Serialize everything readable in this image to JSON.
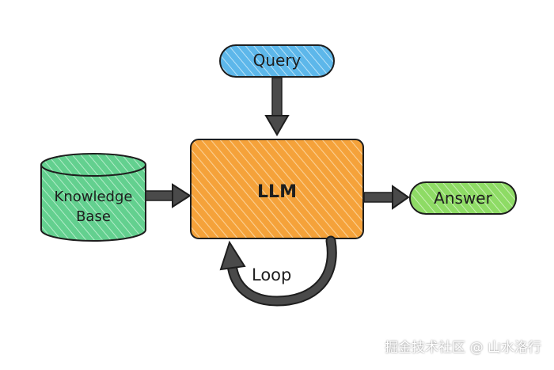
{
  "nodes": {
    "query": {
      "label": "Query",
      "color": "#5db7ea"
    },
    "llm": {
      "label": "LLM",
      "color": "#f5a23a"
    },
    "answer": {
      "label": "Answer",
      "color": "#8edb65"
    },
    "knowledge_base": {
      "label": "Knowledge Base",
      "color": "#63d08f"
    }
  },
  "loop": {
    "label": "Loop"
  },
  "watermark": "掘金技术社区 @ 山水洛行",
  "colors": {
    "arrow": "#4a4a4a",
    "stroke": "#1e1e1e",
    "background": "#ffffff"
  }
}
